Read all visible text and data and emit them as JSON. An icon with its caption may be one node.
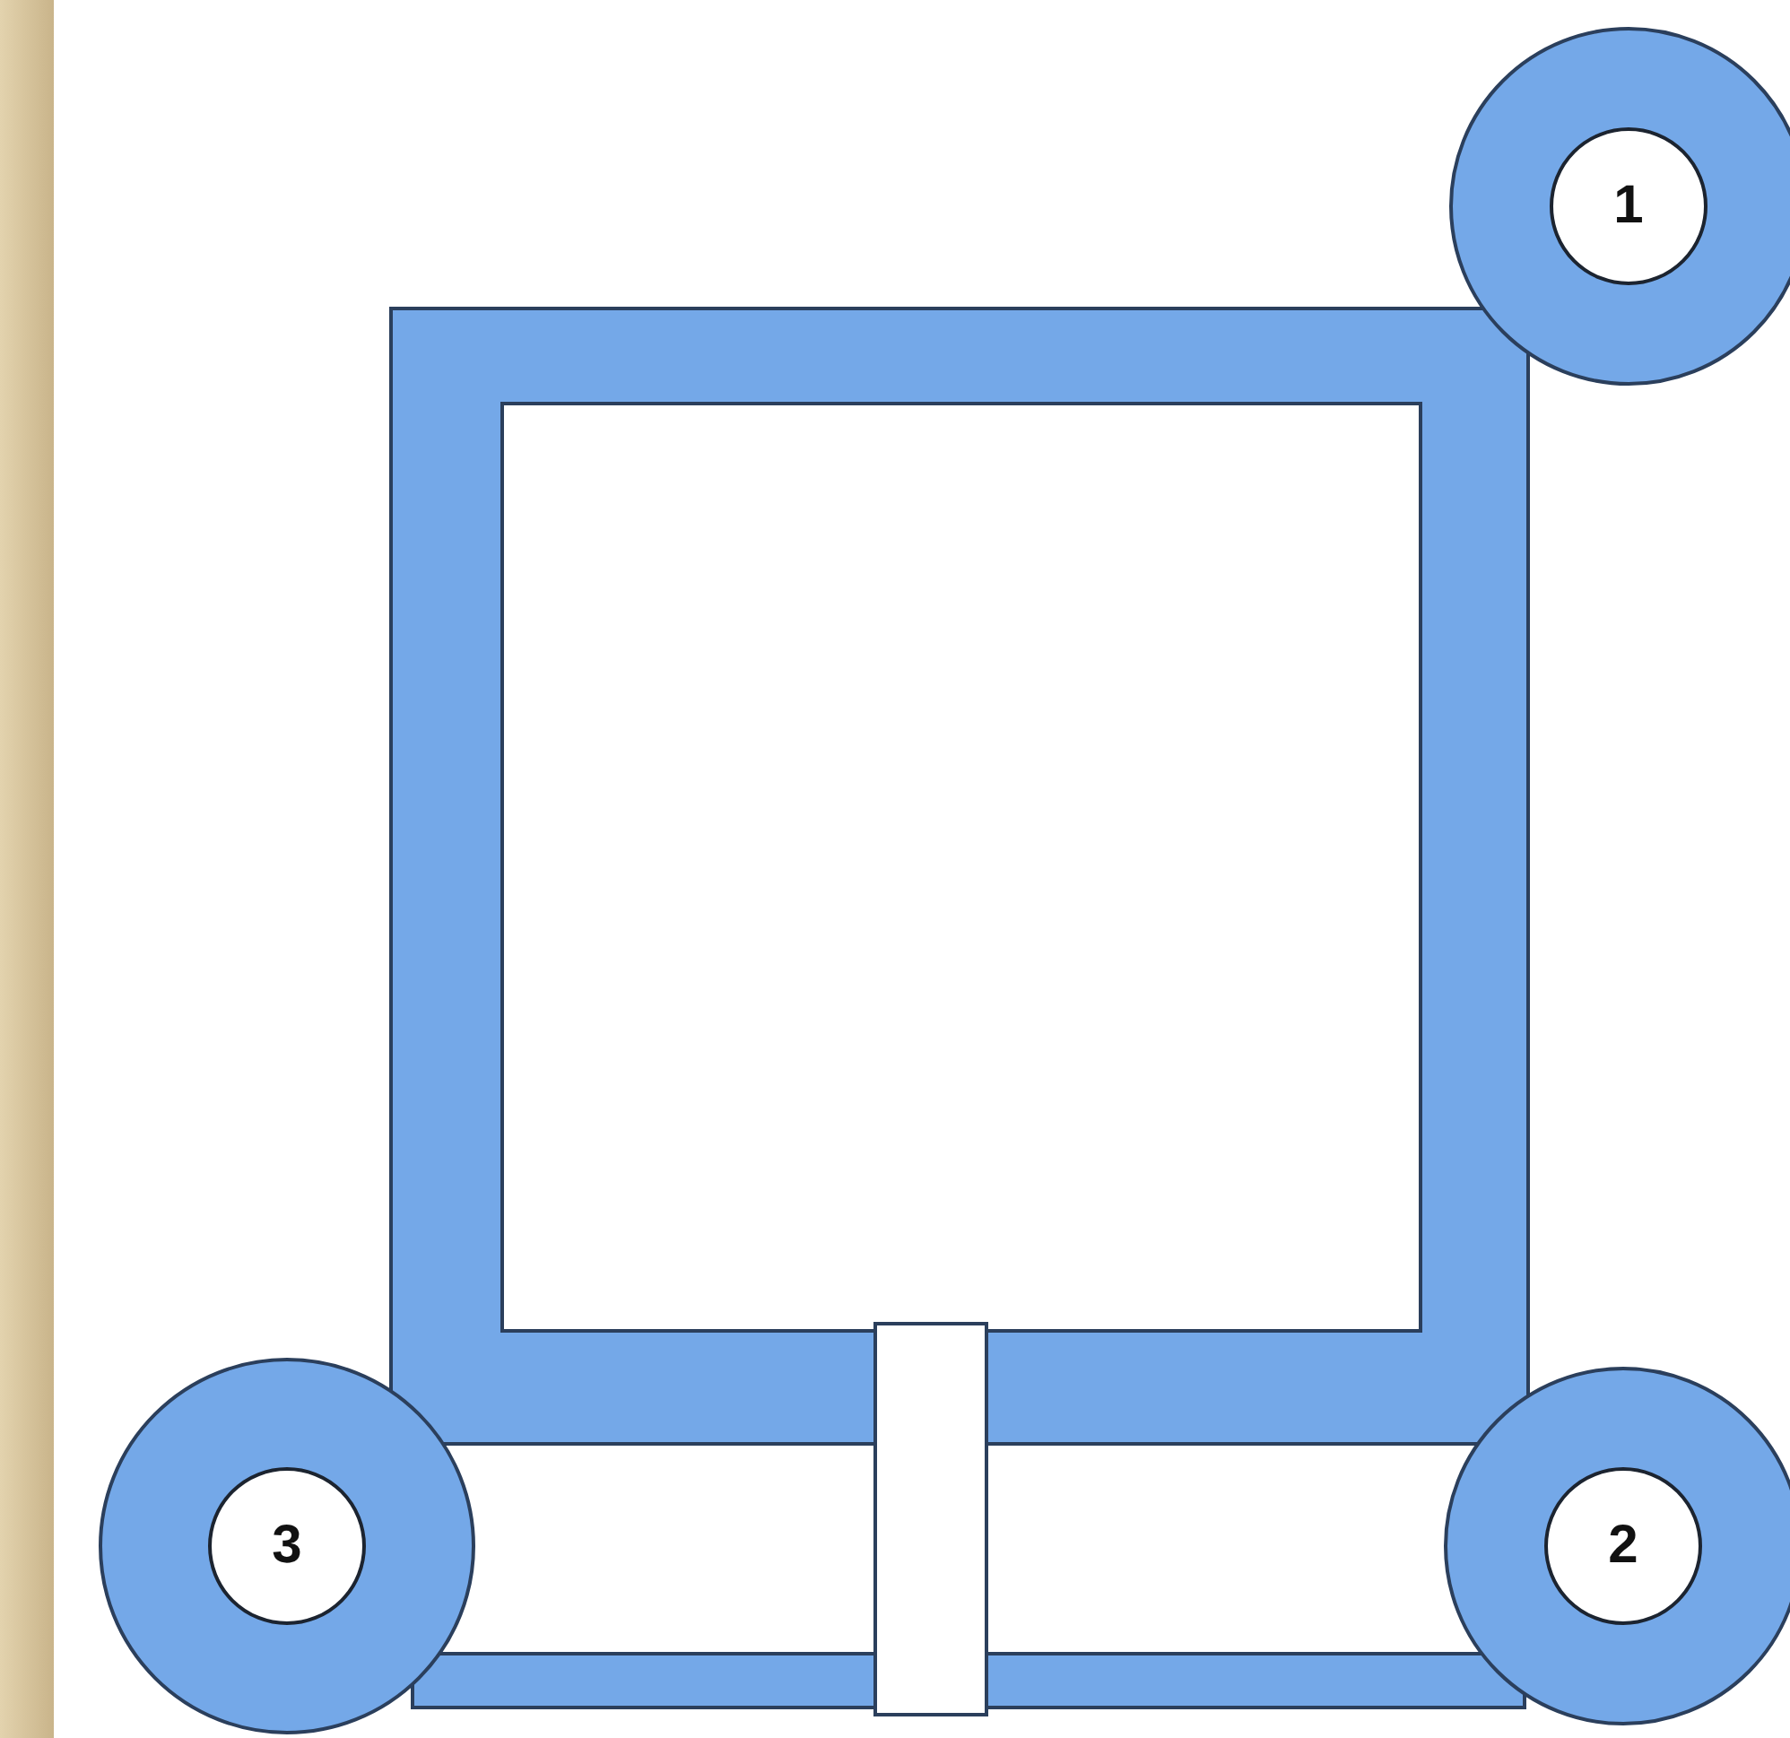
{
  "diagram": {
    "nodes": [
      {
        "text": [
          "1"
        ]
      },
      {
        "text": [
          "3"
        ]
      },
      {
        "text": [
          "2"
        ]
      }
    ]
  }
}
